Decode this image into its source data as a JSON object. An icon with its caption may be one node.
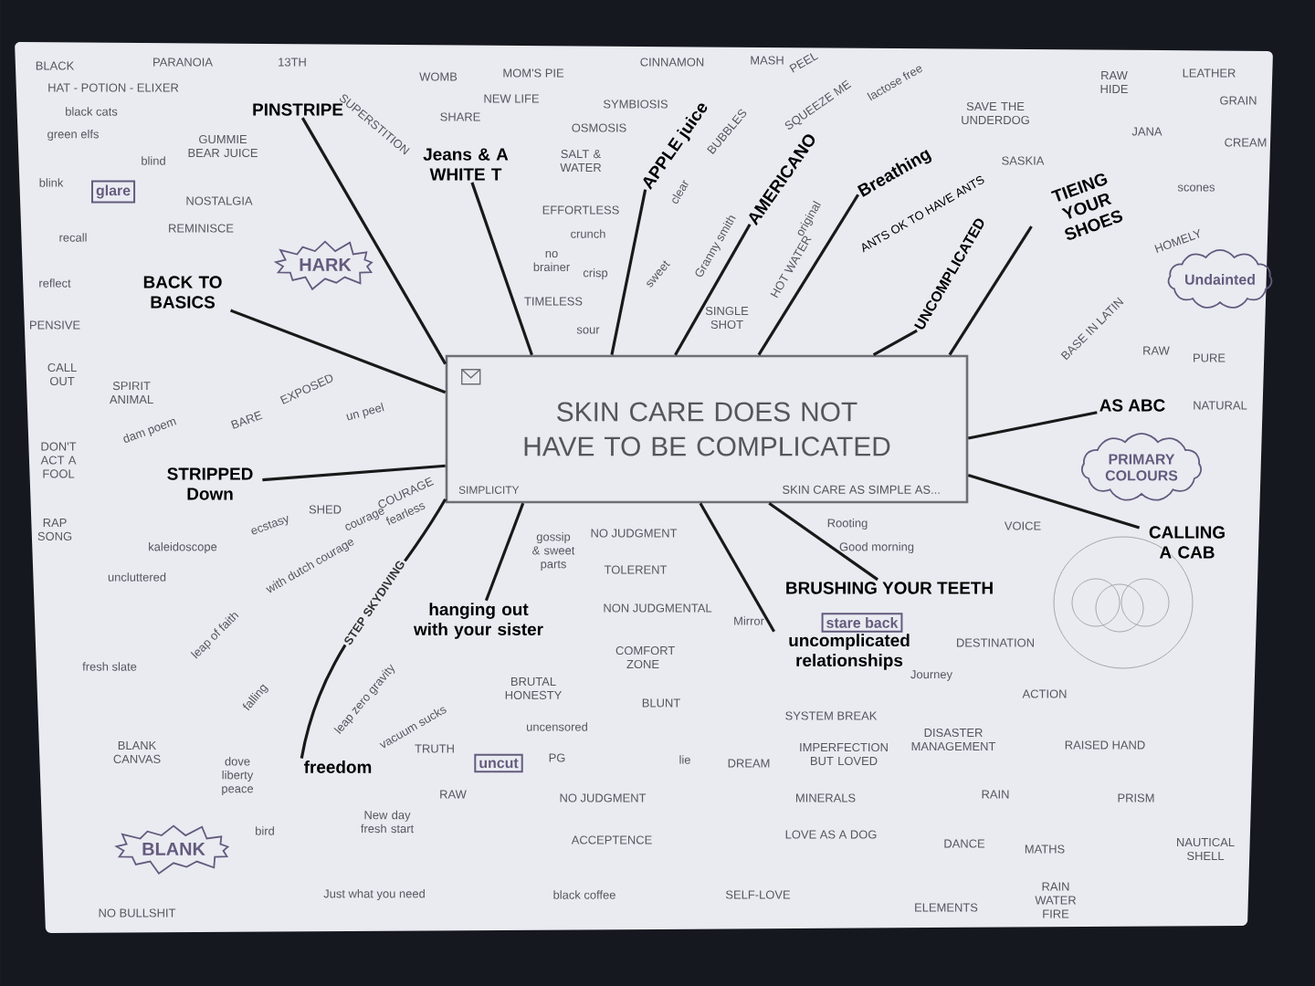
{
  "diagram": {
    "nodes": [
      {
        "text": [
          "SKIN CARE DOES NOT HAVE TO BE COMPLICATED",
          "SIMPLICITY",
          "SKIN CARE AS SIMPLE AS..."
        ]
      },
      {
        "text": [
          "PINSTRIPE"
        ]
      },
      {
        "text": [
          "Jeans & A WHITE T"
        ]
      },
      {
        "text": [
          "APPLE juice"
        ]
      },
      {
        "text": [
          "AMERICANO"
        ]
      },
      {
        "text": [
          "Breathing"
        ],
        "beside": [
          "ANTS OK TO HAVE ANTS"
        ]
      },
      {
        "text": [
          "UNCOMPLICATED"
        ]
      },
      {
        "text": [
          "TIEING YOUR SHOES"
        ]
      },
      {
        "text": [
          "BACK TO BASICS"
        ]
      },
      {
        "text": [
          "STRIPPED Down"
        ]
      },
      {
        "text": [
          "AS ABC"
        ]
      },
      {
        "text": [
          "CALLING A CAB"
        ]
      },
      {
        "text": [
          "BRUSHING YOUR TEETH"
        ]
      },
      {
        "text": [
          "uncomplicated relationships"
        ]
      },
      {
        "text": [
          "hanging out with your sister"
        ]
      },
      {
        "text": [
          "freedom"
        ]
      },
      {
        "text": [
          "glare"
        ]
      },
      {
        "text": [
          "HARK"
        ]
      },
      {
        "text": [
          "Undainted"
        ]
      },
      {
        "text": [
          "PRIMARY COLOURS"
        ]
      },
      {
        "text": [
          "stare back"
        ]
      },
      {
        "text": [
          "uncut"
        ]
      },
      {
        "text": [
          "BLANK"
        ]
      }
    ],
    "edges": [
      {
        "from": 0,
        "to": 1,
        "arrow": "none"
      },
      {
        "from": 0,
        "to": 2,
        "arrow": "none"
      },
      {
        "from": 0,
        "to": 3,
        "arrow": "none"
      },
      {
        "from": 0,
        "to": 4,
        "arrow": "none"
      },
      {
        "from": 0,
        "to": 5,
        "arrow": "none"
      },
      {
        "from": 0,
        "to": 6,
        "arrow": "none"
      },
      {
        "from": 0,
        "to": 7,
        "arrow": "none"
      },
      {
        "from": 0,
        "to": 8,
        "arrow": "none"
      },
      {
        "from": 0,
        "to": 9,
        "arrow": "none"
      },
      {
        "from": 0,
        "to": 10,
        "arrow": "none"
      },
      {
        "from": 0,
        "to": 11,
        "arrow": "none"
      },
      {
        "from": 0,
        "to": 12,
        "arrow": "none"
      },
      {
        "from": 0,
        "to": 13,
        "arrow": "none"
      },
      {
        "from": 0,
        "to": 14,
        "arrow": "none"
      },
      {
        "from": 0,
        "to": 15,
        "arrow": "none",
        "label": "STEP SKYDIVING"
      }
    ],
    "labels": [
      "BLACK",
      "PARANOIA",
      "13TH",
      "HAT - POTION - ELIXER",
      "black cats",
      "green elfs",
      "blind",
      "blink",
      "GUMMIE BEAR JUICE",
      "NOSTALGIA",
      "REMINISCE",
      "recall",
      "reflect",
      "PENSIVE",
      "CALL OUT",
      "DON'T ACT A FOOL",
      "RAP SONG",
      "SPIRIT ANIMAL",
      "dam poem",
      "BARE",
      "EXPOSED",
      "un peel",
      "SHED",
      "kaleidoscope",
      "uncluttered",
      "ecstasy",
      "with dutch courage",
      "courage",
      "COURAGE",
      "fearless",
      "fresh slate",
      "leap of faith",
      "falling",
      "BLANK CANVAS",
      "dove liberty peace",
      "bird",
      "leap zero gravity",
      "vacuum sucks",
      "TRUTH",
      "RAW",
      "New day fresh start",
      "NO BULLSHIT",
      "Just what you need",
      "black coffee",
      "gossip & sweet parts",
      "NO JUDGMENT",
      "TOLERENT",
      "NON JUDGMENTAL",
      "COMFORT ZONE",
      "BRUTAL HONESTY",
      "BLUNT",
      "uncensored",
      "PG",
      "NO JUDGMENT",
      "ACCEPTENCE",
      "lie",
      "DREAM",
      "SYSTEM BREAK",
      "IMPERFECTION BUT LOVED",
      "MINERALS",
      "LOVE AS A DOG",
      "SELF-LOVE",
      "Mirror",
      "Rooting",
      "Good morning",
      "VOICE",
      "Journey",
      "DESTINATION",
      "ACTION",
      "DISASTER MANAGEMENT",
      "RAISED HAND",
      "RAIN",
      "PRISM",
      "DANCE",
      "MATHS",
      "NAUTICAL SHELL",
      "ELEMENTS",
      "RAIN WATER FIRE",
      "WOMB",
      "MOM'S PIE",
      "CINNAMON",
      "NEW LIFE",
      "SYMBIOSIS",
      "SHARE",
      "SUPERSTITION",
      "OSMOSIS",
      "SALT & WATER",
      "EFFORTLESS",
      "crunch",
      "no brainer",
      "TIMELESS",
      "crisp",
      "sweet",
      "sour",
      "MASH",
      "BUBBLES",
      "PEEL",
      "SQUEEZE ME",
      "clear",
      "Granny smith",
      "SINGLE SHOT",
      "HOT WATER",
      "original",
      "lactose free",
      "SAVE THE UNDERDOG",
      "RAW HIDE",
      "LEATHER",
      "JANA",
      "GRAIN",
      "SASKIA",
      "CREAM",
      "scones",
      "HOMELY",
      "BASE IN LATIN",
      "RAW",
      "PURE",
      "NATURAL"
    ]
  }
}
